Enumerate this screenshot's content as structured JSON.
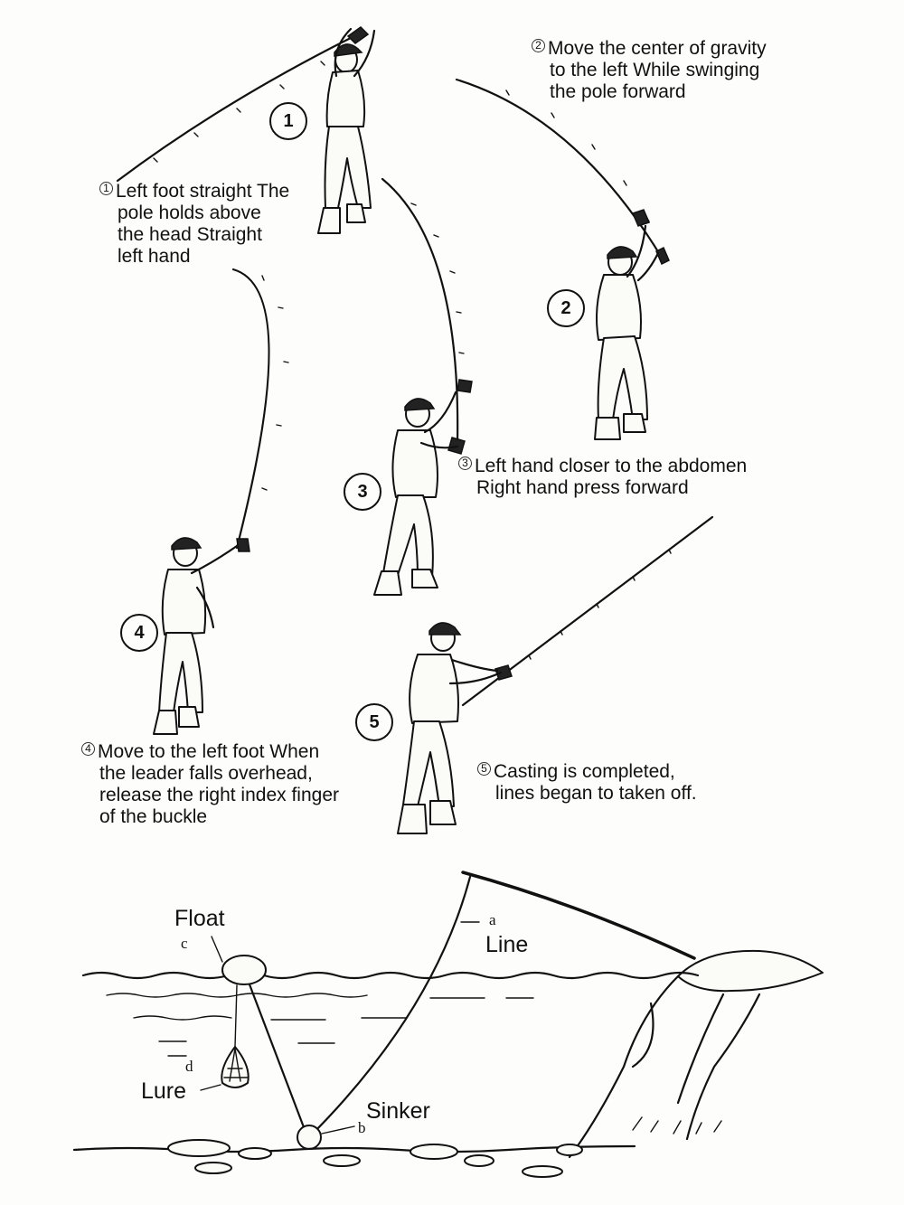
{
  "steps": [
    {
      "number": "1",
      "marker": "1",
      "lines": [
        "Left foot straight The",
        "pole holds above",
        "the head Straight",
        "left hand"
      ]
    },
    {
      "number": "2",
      "marker": "2",
      "lines": [
        "Move the center of gravity",
        "to the left While swinging",
        "the pole forward"
      ]
    },
    {
      "number": "3",
      "marker": "3",
      "lines": [
        "Left hand closer to the abdomen",
        "Right hand press forward"
      ]
    },
    {
      "number": "4",
      "marker": "4",
      "lines": [
        "Move to the left foot When",
        "the leader falls overhead,",
        "release the right index finger",
        "of the buckle"
      ]
    },
    {
      "number": "5",
      "marker": "5",
      "lines": [
        "Casting is completed,",
        "lines began to taken off."
      ]
    }
  ],
  "rig": {
    "float": {
      "label": "Float",
      "letter": "c"
    },
    "line": {
      "label": "Line",
      "letter": "a"
    },
    "lure": {
      "label": "Lure",
      "letter": "d"
    },
    "sinker": {
      "label": "Sinker",
      "letter": "b"
    }
  }
}
